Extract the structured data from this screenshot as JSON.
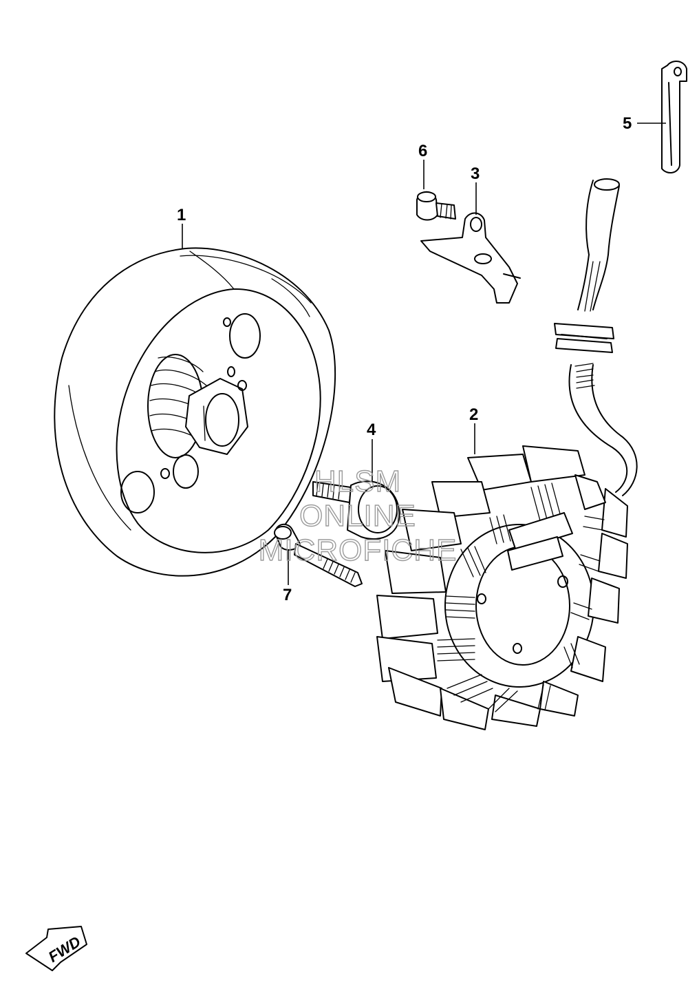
{
  "diagram": {
    "callouts": [
      "1",
      "2",
      "3",
      "4",
      "5",
      "6",
      "7"
    ],
    "watermark": {
      "line1": "HLSM",
      "line2": "ONLINE",
      "line3": "MICROFICHE"
    },
    "direction_indicator": "FWD"
  }
}
